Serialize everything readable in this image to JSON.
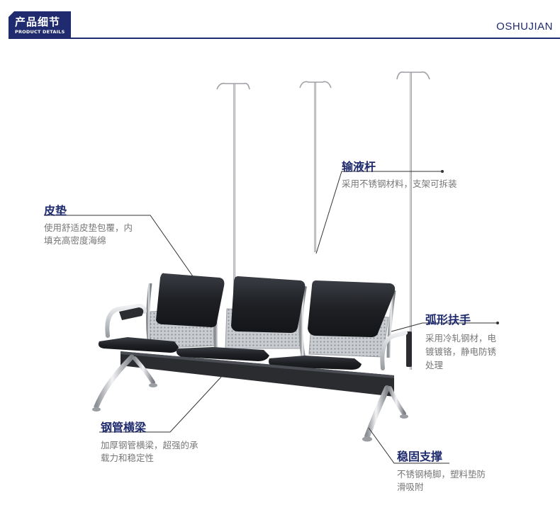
{
  "header": {
    "badge_title": "产品细节",
    "badge_subtitle": "PRODUCT DETAILS",
    "brand": "OSHUJIAN"
  },
  "callouts": {
    "iv_pole": {
      "title": "输液杆",
      "desc": "采用不锈钢材料，支架可拆装"
    },
    "cushion": {
      "title": "皮垫",
      "desc_line1": "使用舒适皮垫包覆，内",
      "desc_line2": "填充高密度海绵"
    },
    "armrest": {
      "title": "弧形扶手",
      "desc_line1": "采用冷轧钢材，电",
      "desc_line2": "镀镀铬，静电防锈",
      "desc_line3": "处理"
    },
    "beam": {
      "title": "钢管横梁",
      "desc_line1": "加厚钢管横梁，超强的承",
      "desc_line2": "载力和稳定性"
    },
    "feet": {
      "title": "稳固支撑",
      "desc_line1": "不锈钢椅脚，塑料垫防",
      "desc_line2": "滑吸附"
    }
  },
  "colors": {
    "brand_navy": "#1f2b6e",
    "desc_gray": "#777777",
    "leather": "#1e2024"
  }
}
